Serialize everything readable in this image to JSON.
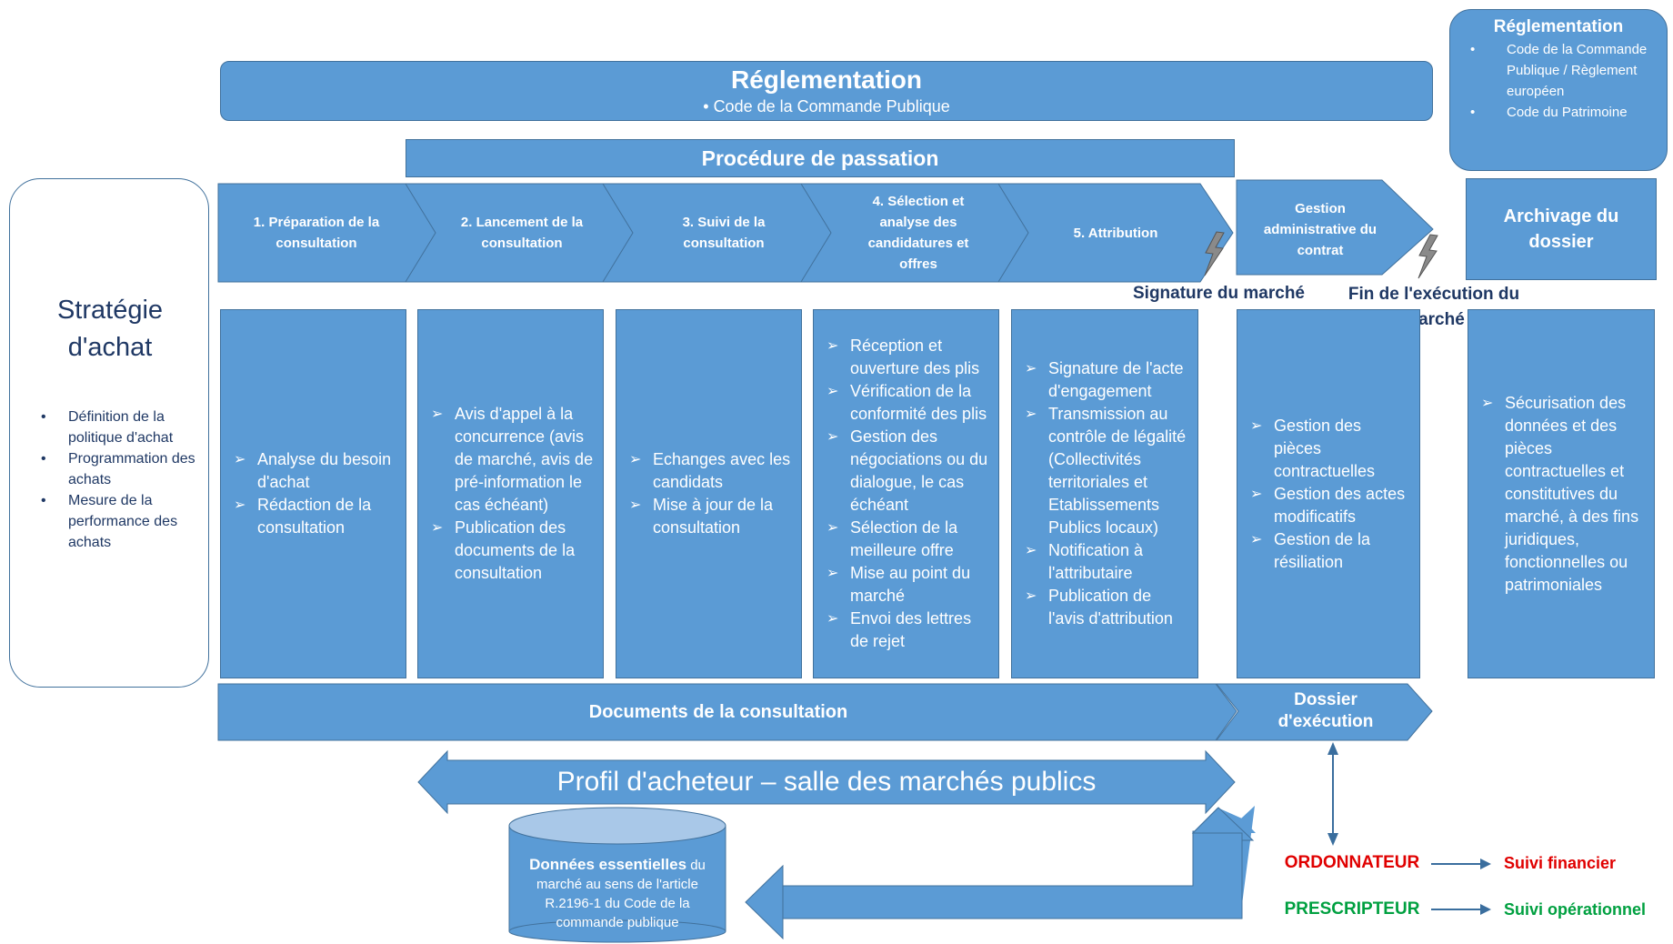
{
  "strategy": {
    "title": "Stratégie d'achat",
    "items": [
      "Définition de la politique d'achat",
      "Programmation des achats",
      "Mesure de la performance des achats"
    ]
  },
  "top_regulation": {
    "title": "Réglementation",
    "item": "Code de la Commande Publique"
  },
  "right_regulation": {
    "title": "Réglementation",
    "items": [
      "Code de la Commande Publique / Règlement européen",
      "Code du Patrimoine"
    ]
  },
  "procedure_title": "Procédure de passation",
  "steps": [
    "1. Préparation de la consultation",
    "2. Lancement de la consultation",
    "3. Suivi de la consultation",
    "4. Sélection et analyse des candidatures et offres",
    "5. Attribution",
    "Gestion administrative du contrat"
  ],
  "archive_title": "Archivage du dossier",
  "milestones": {
    "signature": "Signature du marché",
    "end": "Fin de l'exécution du marché"
  },
  "columns": [
    [
      "Analyse du besoin d'achat",
      "Rédaction de la consultation"
    ],
    [
      "Avis d'appel à la concurrence (avis de marché, avis de pré-information le cas échéant)",
      "Publication des documents de la consultation"
    ],
    [
      "Echanges avec les candidats",
      "Mise à jour de la consultation"
    ],
    [
      "Réception et ouverture des plis",
      "Vérification de la conformité des plis",
      "Gestion des négociations ou du dialogue, le cas échéant",
      "Sélection de la meilleure offre",
      "Mise au point du marché",
      "Envoi des lettres de rejet"
    ],
    [
      "Signature de l'acte d'engagement",
      "Transmission au contrôle de légalité (Collectivités territoriales et Etablissements Publics locaux)",
      "Notification à l'attributaire",
      "Publication de l'avis d'attribution"
    ],
    [
      "Gestion des pièces contractuelles",
      "Gestion des actes modificatifs",
      "Gestion de la résiliation"
    ],
    [
      "Sécurisation des données et des pièces contractuelles et constitutives du marché, à des fins juridiques, fonctionnelles ou patrimoniales"
    ]
  ],
  "documents_bar": "Documents de la consultation",
  "dossier_execution": "Dossier d'exécution",
  "profil": "Profil d'acheteur – salle des marchés publics",
  "data_cylinder": {
    "bold": "Données essentielles",
    "rest": " du marché au sens de l'article R.2196-1 du Code de la commande publique"
  },
  "actors": [
    {
      "name": "ORDONNATEUR",
      "role": "Suivi financier",
      "color": "#e00000"
    },
    {
      "name": "PRESCRIPTEUR",
      "role": "Suivi opérationnel",
      "color": "#00a040"
    }
  ]
}
